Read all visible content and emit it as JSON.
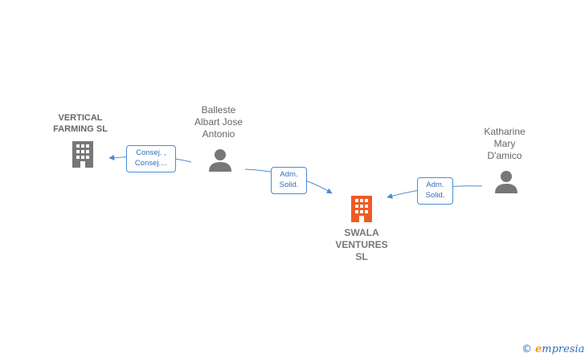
{
  "nodes": {
    "vertical": {
      "lines": [
        "VERTICAL",
        "FARMING SL"
      ]
    },
    "balleste": {
      "lines": [
        "Balleste",
        "Albart Jose",
        "Antonio"
      ]
    },
    "katharine": {
      "lines": [
        "Katharine",
        "Mary",
        "D'amico"
      ]
    },
    "swala": {
      "lines": [
        "SWALA",
        "VENTURES",
        "SL"
      ]
    }
  },
  "edges": {
    "e1": {
      "lines": [
        "Consej. ,",
        "Consej...."
      ]
    },
    "e2": {
      "lines": [
        "Adm.",
        "Solid."
      ]
    },
    "e3": {
      "lines": [
        "Adm.",
        "Solid."
      ]
    }
  },
  "brand": {
    "copyright": "©",
    "e": "e",
    "rest": "mpresia"
  },
  "colors": {
    "accent": "#4a8bd6",
    "highlight": "#f05a24",
    "icon": "#777777"
  }
}
